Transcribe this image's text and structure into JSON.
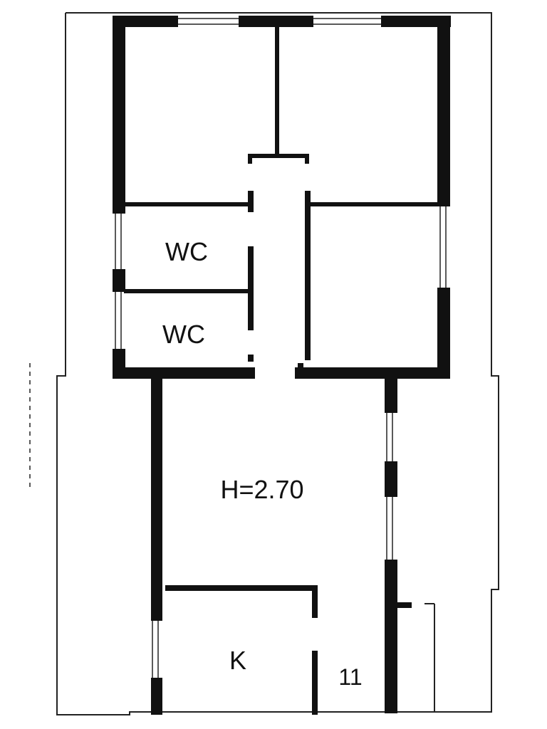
{
  "rooms": {
    "wc_upper": "WC",
    "wc_lower": "WC",
    "ceiling_height": "H=2.70",
    "kitchen": "K",
    "unit_number": "11"
  },
  "colors": {
    "wall": "#111111",
    "outline": "#222222",
    "background": "#ffffff"
  }
}
